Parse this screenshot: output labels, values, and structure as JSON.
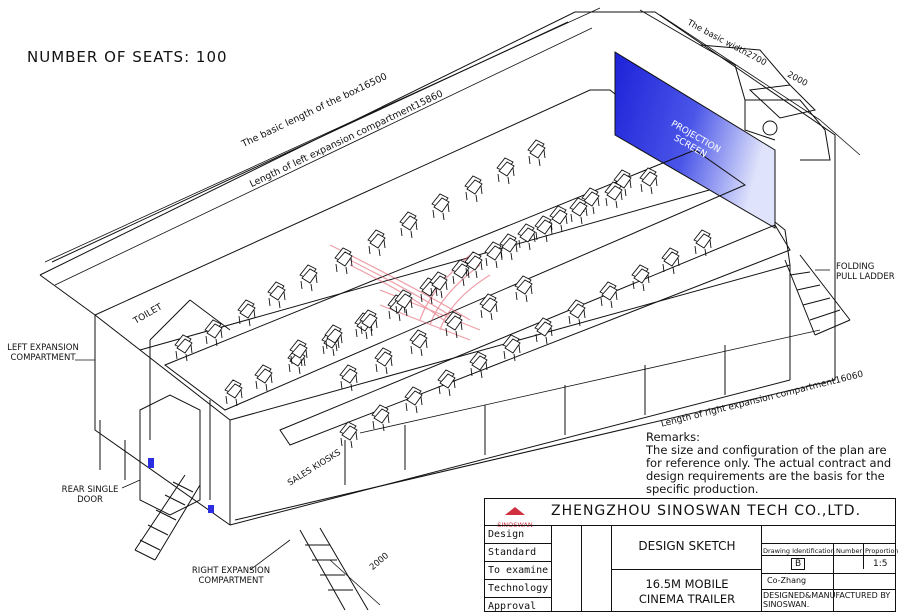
{
  "seats_title": "NUMBER OF SEATS: 100",
  "dimension_labels": {
    "box_length": "The basic length of the box16500",
    "left_compartment_length": "Length of left expansion compartment15860",
    "right_compartment_length": "Length of right expansion compartment16060",
    "basic_width": "The basic width2700",
    "width_2000_top": "2000",
    "width_2000_bottom": "2000"
  },
  "area_labels": {
    "projection_screen": "PROJECTION SCREEN",
    "toilet": "TOILET",
    "sales_kiosks": "SALES KIOSKS",
    "folding_pull_ladder": "FOLDING PULL LADDER",
    "left_expansion_compartment": "LEFT EXPANSION COMPARTMENT",
    "rear_single_door": "REAR SINGLE DOOR",
    "right_expansion_compartment": "RIGHT EXPANSION COMPARTMENT"
  },
  "remarks": {
    "heading": "Remarks:",
    "text": "The size and configuration of the plan are for reference only. The actual contract and design requirements are the basis for the specific production."
  },
  "title_block": {
    "company": "ZHENGZHOU SINOSWAN TECH CO.,LTD.",
    "logo_text": "SINOSWAN",
    "rows": [
      "Design",
      "Standard",
      "To examine",
      "Technology",
      "Approval"
    ],
    "sketch_label": "DESIGN SKETCH",
    "product_line1": "16.5M MOBILE",
    "product_line2": "CINEMA TRAILER",
    "drawing_id_label": "Drawing Identification",
    "number_label": "Number",
    "proportion_label": "Proportion",
    "drawing_id_value": "B",
    "proportion_value": "1:5",
    "designer": "Co-Zhang",
    "manufacturer": "DESIGNED&MANUFACTURED BY SINOSWAN."
  },
  "colors": {
    "screen": "#2a2ee0",
    "line": "#111111",
    "watermark": "#e05060"
  }
}
